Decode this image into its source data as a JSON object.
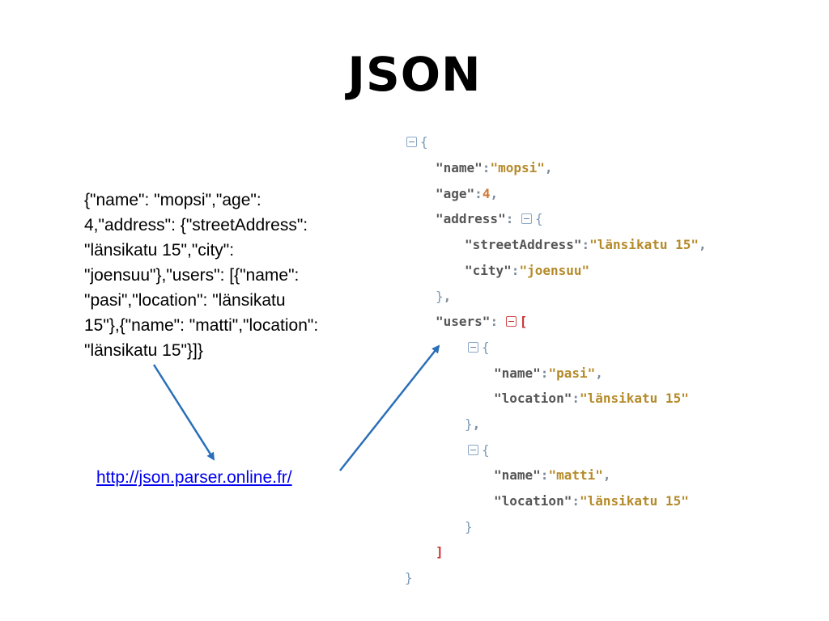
{
  "title": "JSON",
  "raw_json_lines": [
    "{\"name\": \"mopsi\",\"age\":",
    "4,\"address\": {\"streetAddress\":",
    "\"länsikatu 15\",\"city\":",
    "\"joensuu\"},\"users\": [{\"name\":",
    "\"pasi\",\"location\": \"länsikatu",
    "15\"},{\"name\": \"matti\",\"location\":",
    "\"länsikatu 15\"}]}"
  ],
  "link_text": "http://json.parser.online.fr/",
  "viewer": {
    "root_open": "{",
    "name_key": "\"name\"",
    "name_val": "\"mopsi\"",
    "age_key": "\"age\"",
    "age_val": "4",
    "address_key": "\"address\"",
    "street_key": "\"streetAddress\"",
    "street_val": "\"länsikatu 15\"",
    "city_key": "\"city\"",
    "city_val": "\"joensuu\"",
    "users_key": "\"users\"",
    "user1_name_key": "\"name\"",
    "user1_name_val": "\"pasi\"",
    "user1_loc_key": "\"location\"",
    "user1_loc_val": "\"länsikatu 15\"",
    "user2_name_key": "\"name\"",
    "user2_name_val": "\"matti\"",
    "user2_loc_key": "\"location\"",
    "user2_loc_val": "\"länsikatu 15\""
  },
  "colors": {
    "arrow": "#2a6fb8",
    "link": "#0000ee",
    "key": "#555555",
    "string": "#b58a2a",
    "bracket": "#cc3333"
  }
}
